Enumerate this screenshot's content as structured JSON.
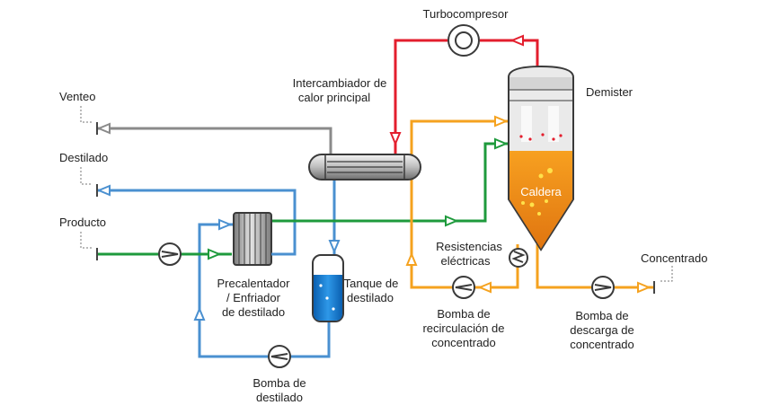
{
  "labels": {
    "turbocompresor": "Turbocompresor",
    "intercambiador_1": "Intercambiador de",
    "intercambiador_2": "calor  principal",
    "demister": "Demister",
    "venteo": "Venteo",
    "destilado": "Destilado",
    "producto": "Producto",
    "caldera": "Caldera",
    "resistencias_1": "Resistencias",
    "resistencias_2": "eléctricas",
    "concentrado": "Concentrado",
    "precalentador_1": "Precalentador",
    "precalentador_2": "/ Enfriador",
    "precalentador_3": "de destilado",
    "tanque_1": "Tanque de",
    "tanque_2": "destilado",
    "bomba_recirc_1": "Bomba de",
    "bomba_recirc_2": "recirculación de",
    "bomba_recirc_3": "concentrado",
    "bomba_desc_1": "Bomba de",
    "bomba_desc_2": "descarga de",
    "bomba_desc_3": "concentrado",
    "bomba_dest_1": "Bomba de",
    "bomba_dest_2": "destilado"
  },
  "colors": {
    "vapor": "#e31e2d",
    "venteo": "#8a8a8a",
    "destilado": "#4a90d0",
    "producto": "#1e9a3c",
    "concentrado": "#f5a21f",
    "caldera_fill": "#f28c16"
  },
  "icons": [
    "pump-icon",
    "compressor-icon",
    "heater-coil-icon",
    "heat-exchanger-icon"
  ]
}
